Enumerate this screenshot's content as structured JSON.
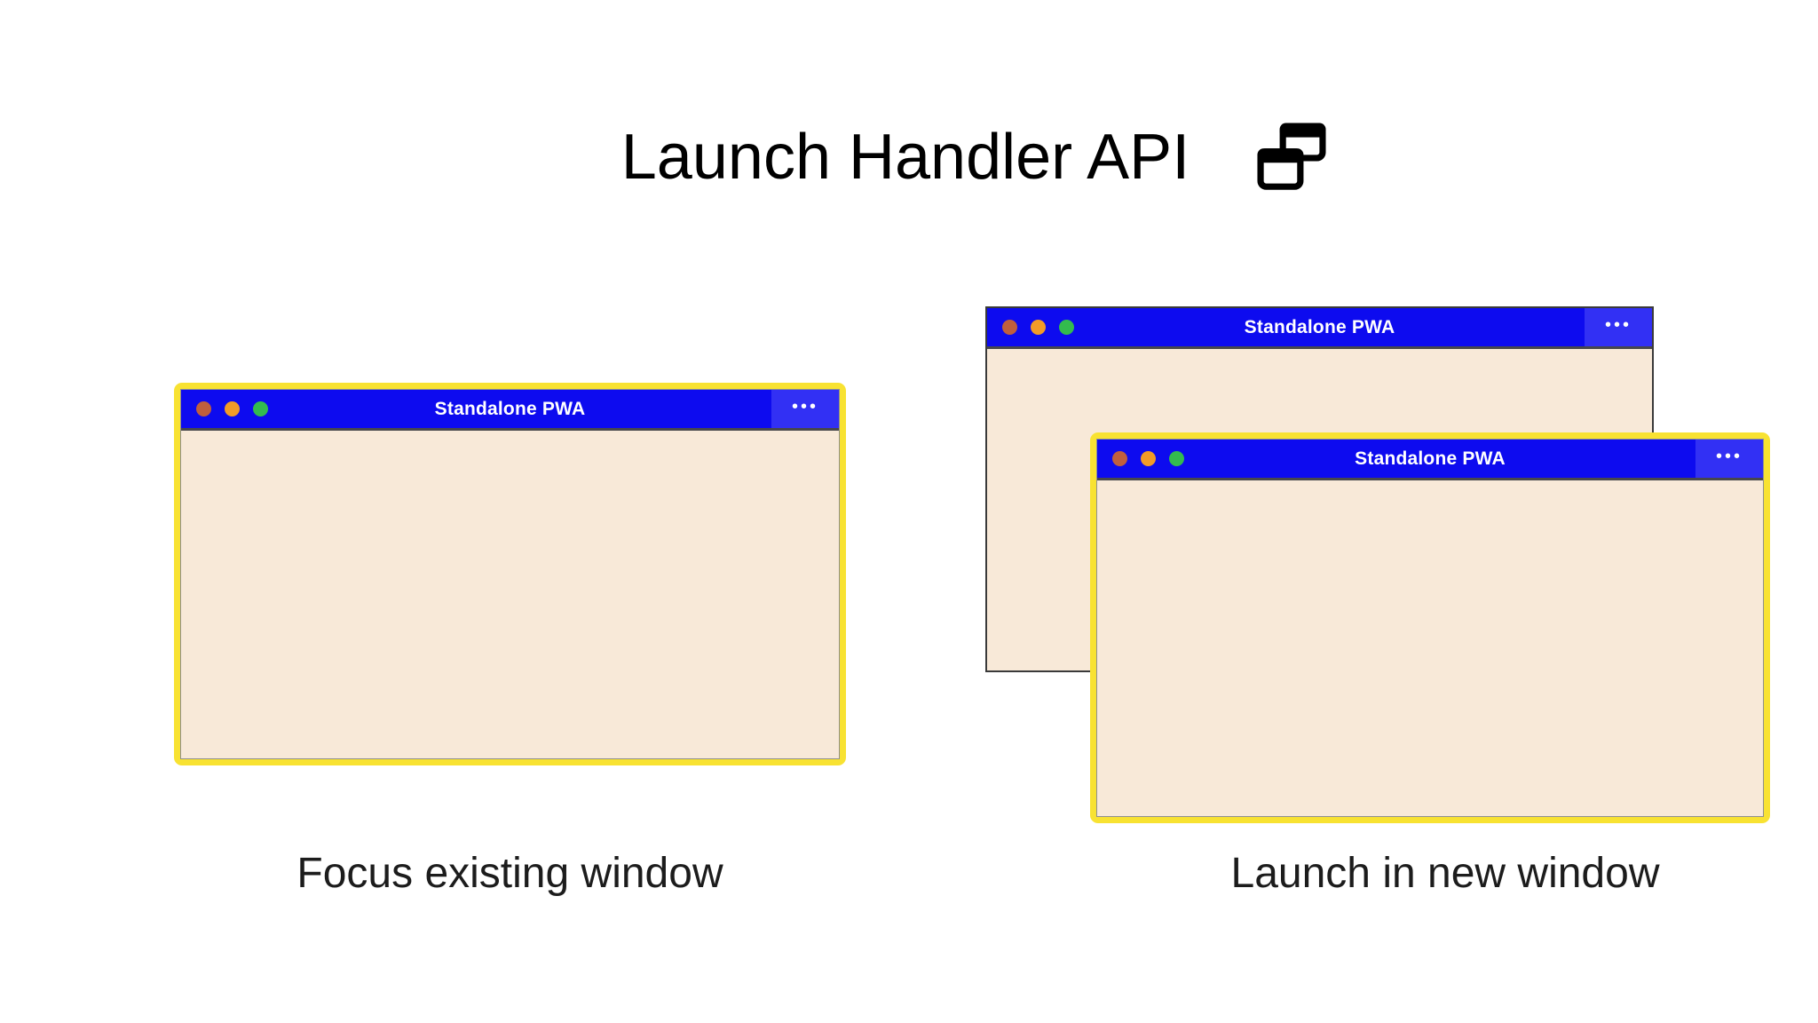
{
  "header": {
    "title": "Launch Handler API",
    "icon": "overlapping-windows-icon"
  },
  "panels": {
    "focus": {
      "caption": "Focus existing window",
      "window": {
        "title": "Standalone PWA",
        "state": "focused"
      }
    },
    "launch": {
      "caption": "Launch in new window",
      "back_window": {
        "title": "Standalone PWA",
        "state": "unfocused"
      },
      "front_window": {
        "title": "Standalone PWA",
        "state": "focused"
      }
    }
  },
  "window_chrome": {
    "menu_glyph": "•••",
    "traffic_lights": [
      "close",
      "minimize",
      "maximize"
    ]
  },
  "colors": {
    "titlebar-blue": "#0d0bef",
    "menu-blue": "#3230f4",
    "titlebar-shadow": "#47474b",
    "titlebar-text": "#ffffff",
    "body-cream": "#f8e9d8",
    "ring-yellow": "#f8e232",
    "dot-close": "#c05f3d",
    "dot-minimize": "#f29b27",
    "dot-maximize": "#33bb4e",
    "caption-text": "#1c1c1c"
  }
}
